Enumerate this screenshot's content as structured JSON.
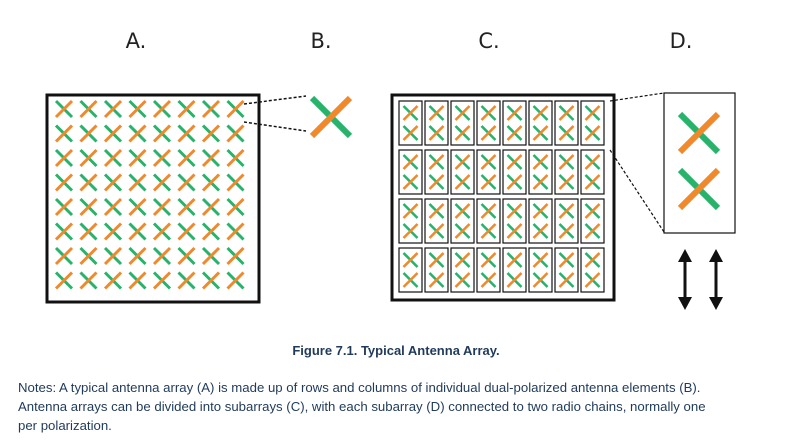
{
  "labels": {
    "a": "A.",
    "b": "B.",
    "c": "C.",
    "d": "D."
  },
  "colors": {
    "green": "#27b36a",
    "orange": "#f0892c",
    "frame": "#111111",
    "text": "#1f3a5a"
  },
  "caption": "Figure 7.1. Typical Antenna Array.",
  "notes": [
    "Notes: A typical antenna array (A) is made up of rows and columns of individual dual-polarized antenna elements (B).",
    "Antenna arrays can be divided into subarrays (C), with each subarray (D) connected to two radio chains, normally one",
    "per polarization."
  ],
  "array_a": {
    "rows": 8,
    "cols": 8
  },
  "array_c": {
    "subarray_rows": 4,
    "subarray_cols": 8,
    "elements_per_subarray": 2
  },
  "subarray_d": {
    "elements": 2,
    "radio_chains": 2
  }
}
